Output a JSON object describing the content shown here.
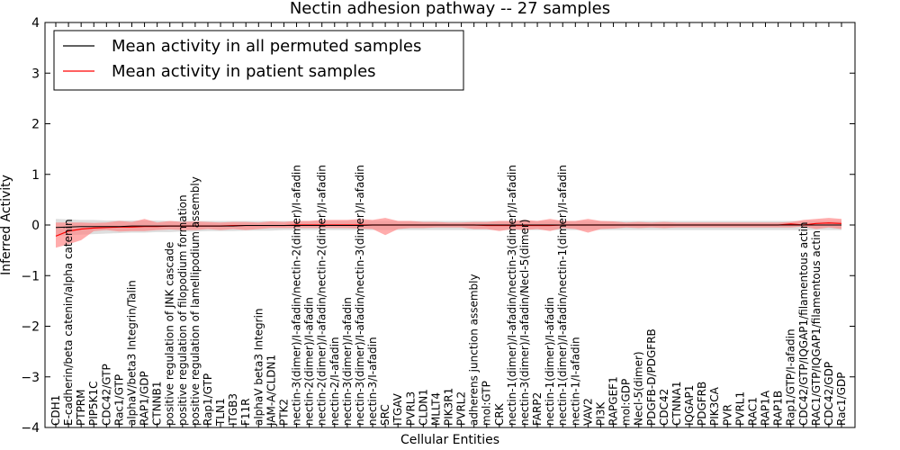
{
  "chart_data": {
    "type": "line",
    "title": "Nectin adhesion pathway -- 27 samples",
    "xlabel": "Cellular Entities",
    "ylabel": "Inferred Activity",
    "ylim": [
      -4,
      4
    ],
    "yticks": [
      -4,
      -3,
      -2,
      -1,
      0,
      1,
      2,
      3,
      4
    ],
    "grid": false,
    "legend_position": "top-left",
    "colors": {
      "permuted": "#000000",
      "patient": "#ff0000",
      "patient_band": "#ff8080",
      "permuted_band": "#c8c8c8"
    },
    "categories": [
      "CDH1",
      "E-cadherin/beta catenin/alpha catenin",
      "PTPRM",
      "PIP5K1C",
      "CDC42/GTP",
      "Rac1/GTP",
      "alphaV/beta3 Integrin/Talin",
      "RAP1/GDP",
      "CTNNB1",
      "positive regulation of JNK cascade",
      "positive regulation of filopodium formation",
      "positive regulation of lamellipodium assembly",
      "Rap1/GTP",
      "TLN1",
      "ITGB3",
      "F11R",
      "alphaV beta3 Integrin",
      "JAM-A/CLDN1",
      "PTK2",
      "nectin-3(dimer)/I-afadin/nectin-2(dimer)/I-afadin",
      "nectin-2(dimer)/I-afadin",
      "nectin-2(dimer)/I-afadin/nectin-2(dimer)/I-afadin",
      "nectin-2/I-afadin",
      "nectin-3(dimer)/I-afadin",
      "nectin-3(dimer)/I-afadin/nectin-3(dimer)/I-afadin",
      "nectin-3/I-afadin",
      "SRC",
      "ITGAV",
      "PVRL3",
      "CLDN1",
      "MLLT4",
      "PIK3R1",
      "PVRL2",
      "adherens junction assembly",
      "mol:GTP",
      "CRK",
      "nectin-1(dimer)/I-afadin/nectin-3(dimer)/I-afadin",
      "nectin-3(dimer)/I-afadin/Necl-5(dimer)",
      "FARP2",
      "nectin-1(dimer)/I-afadin",
      "nectin-1(dimer)/I-afadin/nectin-1(dimer)/I-afadin",
      "nectin-1/I-afadin",
      "VAV2",
      "PI3K",
      "RAPGEF1",
      "mol:GDP",
      "Necl-5(dimer)",
      "PDGFB-D/PDGFRB",
      "CDC42",
      "CTNNA1",
      "IQGAP1",
      "PDGFRB",
      "PIK3CA",
      "PVR",
      "PVRL1",
      "RAC1",
      "RAP1A",
      "RAP1B",
      "Rap1/GTP/I-afadin",
      "CDC42/GTP/IQGAP1/filamentous actin",
      "RAC1/GTP/IQGAP1/filamentous actin",
      "CDC42/GDP",
      "Rac1/GDP"
    ],
    "series": [
      {
        "name": "Mean activity in all permuted samples",
        "color": "#000000",
        "values": [
          -0.05,
          -0.04,
          -0.03,
          -0.03,
          -0.03,
          -0.03,
          -0.02,
          -0.02,
          -0.02,
          -0.02,
          -0.02,
          -0.02,
          -0.02,
          -0.02,
          -0.02,
          -0.01,
          -0.01,
          -0.01,
          -0.01,
          -0.01,
          -0.01,
          -0.01,
          -0.01,
          -0.01,
          -0.01,
          0.0,
          0.0,
          0.0,
          0.0,
          0.0,
          0.0,
          0.0,
          0.0,
          0.0,
          0.0,
          0.0,
          0.0,
          0.0,
          0.0,
          0.0,
          0.0,
          0.0,
          0.0,
          0.0,
          0.0,
          0.0,
          0.0,
          0.0,
          0.0,
          0.0,
          0.0,
          0.0,
          0.0,
          0.0,
          0.0,
          0.0,
          0.0,
          0.0,
          0.0,
          0.0,
          0.0,
          0.0,
          0.0
        ],
        "band_low": [
          -0.22,
          -0.2,
          -0.19,
          -0.18,
          -0.17,
          -0.16,
          -0.15,
          -0.15,
          -0.14,
          -0.14,
          -0.13,
          -0.13,
          -0.12,
          -0.12,
          -0.12,
          -0.11,
          -0.11,
          -0.11,
          -0.1,
          -0.1,
          -0.1,
          -0.1,
          -0.1,
          -0.1,
          -0.1,
          -0.1,
          -0.1,
          -0.1,
          -0.1,
          -0.1,
          -0.1,
          -0.1,
          -0.1,
          -0.1,
          -0.1,
          -0.1,
          -0.1,
          -0.1,
          -0.1,
          -0.1,
          -0.1,
          -0.1,
          -0.1,
          -0.1,
          -0.1,
          -0.1,
          -0.1,
          -0.1,
          -0.1,
          -0.1,
          -0.1,
          -0.1,
          -0.1,
          -0.1,
          -0.1,
          -0.1,
          -0.1,
          -0.1,
          -0.1,
          -0.1,
          -0.1,
          -0.1,
          -0.1
        ],
        "band_high": [
          0.12,
          0.11,
          0.1,
          0.1,
          0.09,
          0.09,
          0.09,
          0.09,
          0.09,
          0.08,
          0.08,
          0.08,
          0.08,
          0.08,
          0.08,
          0.08,
          0.08,
          0.08,
          0.08,
          0.08,
          0.08,
          0.08,
          0.08,
          0.08,
          0.08,
          0.08,
          0.08,
          0.08,
          0.08,
          0.08,
          0.08,
          0.08,
          0.08,
          0.08,
          0.08,
          0.08,
          0.08,
          0.08,
          0.08,
          0.08,
          0.08,
          0.08,
          0.08,
          0.08,
          0.08,
          0.08,
          0.08,
          0.08,
          0.08,
          0.08,
          0.08,
          0.08,
          0.08,
          0.08,
          0.08,
          0.08,
          0.08,
          0.08,
          0.08,
          0.08,
          0.08,
          0.08,
          0.08
        ]
      },
      {
        "name": "Mean activity in patient samples",
        "color": "#ff0000",
        "values": [
          -0.22,
          -0.12,
          -0.08,
          -0.06,
          -0.05,
          -0.04,
          -0.04,
          -0.03,
          -0.03,
          -0.02,
          -0.02,
          -0.02,
          -0.02,
          -0.02,
          -0.01,
          -0.01,
          -0.01,
          -0.01,
          -0.01,
          0.0,
          0.0,
          0.0,
          0.0,
          0.0,
          0.0,
          0.0,
          0.0,
          0.0,
          0.0,
          0.0,
          0.0,
          0.0,
          0.0,
          0.0,
          -0.01,
          -0.01,
          -0.01,
          -0.01,
          -0.01,
          -0.01,
          0.0,
          0.0,
          0.0,
          0.0,
          0.0,
          0.0,
          0.0,
          0.0,
          0.0,
          0.0,
          0.0,
          0.0,
          0.0,
          0.0,
          0.0,
          0.0,
          0.0,
          0.0,
          0.02,
          0.0,
          0.03,
          0.04,
          0.03
        ],
        "band_low": [
          -0.45,
          -0.38,
          -0.3,
          -0.12,
          -0.1,
          -0.13,
          -0.12,
          -0.12,
          -0.1,
          -0.09,
          -0.1,
          -0.1,
          -0.08,
          -0.1,
          -0.08,
          -0.1,
          -0.08,
          -0.06,
          -0.06,
          -0.06,
          -0.06,
          -0.06,
          -0.06,
          -0.06,
          -0.07,
          -0.08,
          -0.2,
          -0.08,
          -0.06,
          -0.06,
          -0.05,
          -0.05,
          -0.05,
          -0.08,
          -0.08,
          -0.12,
          -0.08,
          -0.1,
          -0.08,
          -0.12,
          -0.06,
          -0.08,
          -0.15,
          -0.08,
          -0.07,
          -0.05,
          -0.06,
          -0.05,
          -0.06,
          -0.05,
          -0.05,
          -0.05,
          -0.05,
          -0.05,
          -0.05,
          -0.05,
          -0.05,
          -0.05,
          -0.05,
          -0.03,
          -0.08,
          -0.05,
          -0.08
        ],
        "band_high": [
          0.05,
          0.05,
          0.05,
          0.04,
          0.05,
          0.08,
          0.06,
          0.12,
          0.05,
          0.08,
          0.06,
          0.07,
          0.06,
          0.05,
          0.06,
          0.06,
          0.05,
          0.07,
          0.06,
          0.08,
          0.08,
          0.1,
          0.1,
          0.1,
          0.12,
          0.1,
          0.14,
          0.08,
          0.08,
          0.06,
          0.06,
          0.05,
          0.05,
          0.06,
          0.06,
          0.08,
          0.08,
          0.1,
          0.08,
          0.12,
          0.08,
          0.08,
          0.12,
          0.08,
          0.07,
          0.05,
          0.06,
          0.05,
          0.06,
          0.05,
          0.05,
          0.05,
          0.05,
          0.05,
          0.05,
          0.05,
          0.05,
          0.05,
          0.06,
          0.1,
          0.12,
          0.14,
          0.12
        ]
      }
    ]
  }
}
